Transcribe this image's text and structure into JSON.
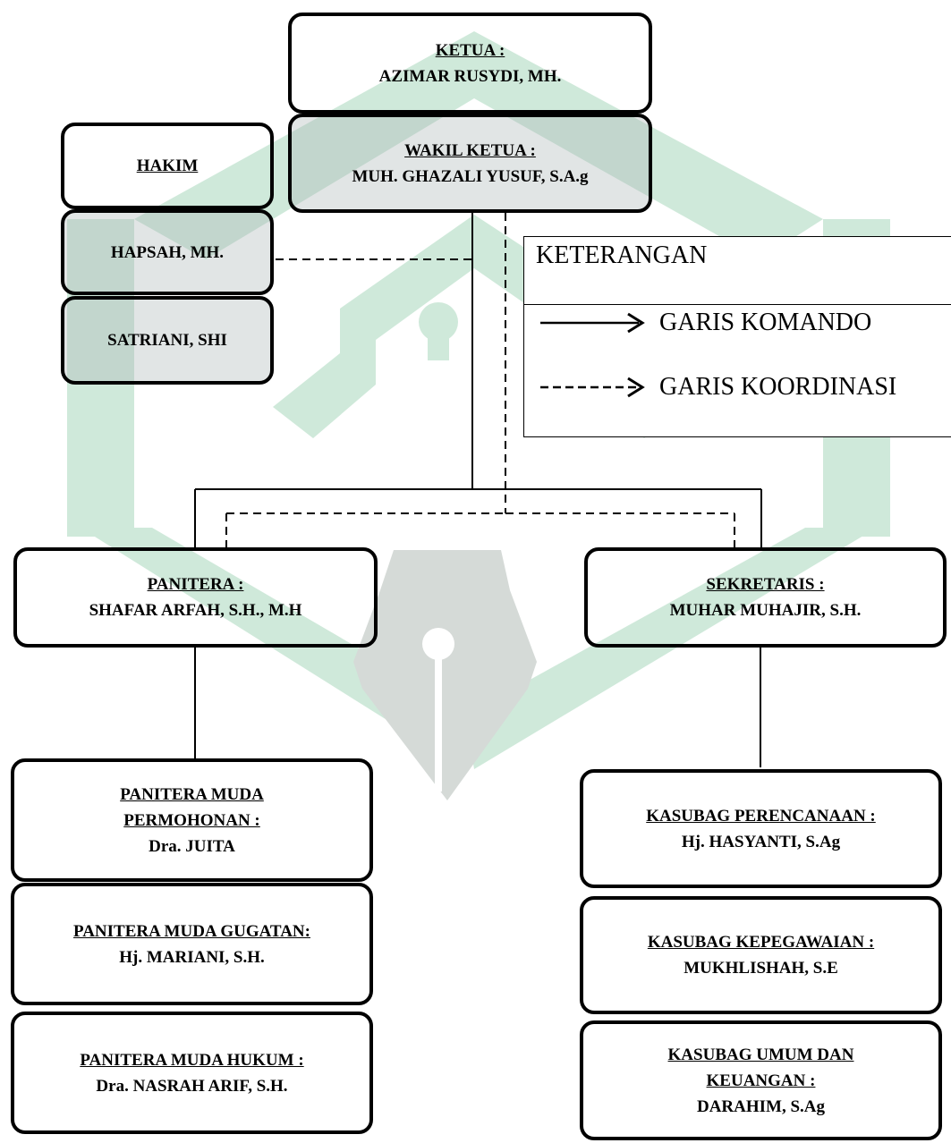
{
  "leadership": {
    "ketua": {
      "title": "KETUA :",
      "name": "AZIMAR RUSYDI, MH."
    },
    "wakil": {
      "title": "WAKIL KETUA :",
      "name": "MUH. GHAZALI YUSUF, S.A.g"
    }
  },
  "hakim": {
    "title": "HAKIM",
    "members": [
      "HAPSAH, MH.",
      "SATRIANI, SHI"
    ]
  },
  "legend": {
    "title": "KETERANGAN",
    "komando": "GARIS KOMANDO",
    "koordinasi": "GARIS KOORDINASI"
  },
  "panitera": {
    "title": "PANITERA :",
    "name": "SHAFAR ARFAH, S.H., M.H",
    "permohonan": {
      "title_line1": "PANITERA MUDA",
      "title_line2": "PERMOHONAN :",
      "name": "Dra. JUITA"
    },
    "gugatan": {
      "title": "PANITERA MUDA GUGATAN:",
      "name": "Hj. MARIANI, S.H."
    },
    "hukum": {
      "title": "PANITERA MUDA HUKUM :",
      "name": "Dra. NASRAH ARIF, S.H."
    }
  },
  "sekretaris": {
    "title": "SEKRETARIS :",
    "name": "MUHAR MUHAJIR, S.H.",
    "perencanaan": {
      "title": "KASUBAG PERENCANAAN :",
      "name": "Hj. HASYANTI, S.Ag"
    },
    "kepegawaian": {
      "title": "KASUBAG KEPEGAWAIAN :",
      "name": "MUKHLISHAH, S.E"
    },
    "umum": {
      "title_line1": "KASUBAG UMUM DAN",
      "title_line2": "KEUANGAN :",
      "name": "DARAHIM, S.Ag"
    }
  },
  "colors": {
    "watermark_green": "#cfe9da",
    "watermark_gray": "#d5dad7",
    "box_fill": "#c8cfcf"
  }
}
